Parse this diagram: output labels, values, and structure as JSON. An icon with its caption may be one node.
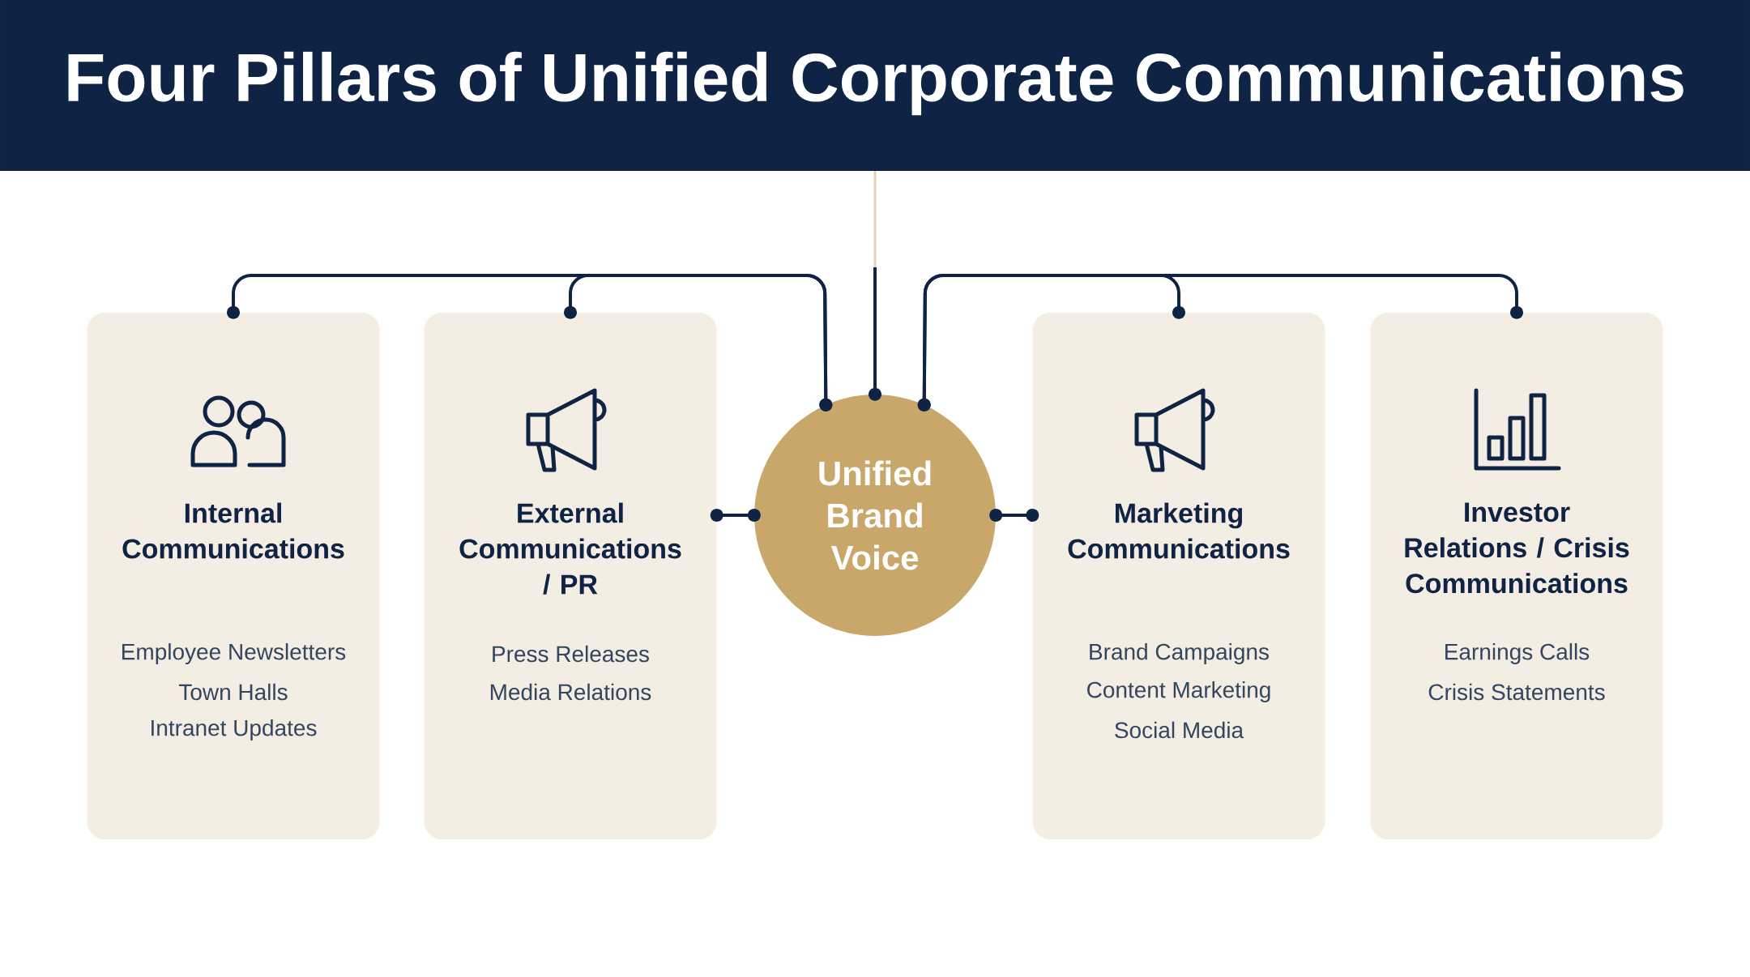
{
  "diagram": {
    "title": "Four Pillars of Unified Corporate Communications",
    "nodes": [
      {
        "text": [
          "Internal Communications",
          "Employee Newsletters",
          "Town Halls",
          "Intranet Updates"
        ]
      },
      {
        "text": [
          "External Communications / PR",
          "Press Releases",
          "Media Relations"
        ]
      },
      {
        "text": [
          "Unified Brand Voice"
        ]
      },
      {
        "text": [
          "Marketing Communications",
          "Brand Campaigns",
          "Content Marketing",
          "Social Media"
        ]
      },
      {
        "text": [
          "Investor Relations / Crisis Communications",
          "Earnings Calls",
          "Crisis Statements"
        ]
      }
    ],
    "edges": [
      {
        "from": null,
        "to": 2,
        "arrow": "other"
      },
      {
        "from": 2,
        "to": 0,
        "arrow": "other"
      },
      {
        "from": 2,
        "to": 1,
        "arrow": "other"
      },
      {
        "from": 2,
        "to": 3,
        "arrow": "other"
      },
      {
        "from": 2,
        "to": 4,
        "arrow": "other"
      },
      {
        "from": 2,
        "to": 1,
        "arrow": "other"
      },
      {
        "from": 2,
        "to": 3,
        "arrow": "other"
      }
    ]
  }
}
